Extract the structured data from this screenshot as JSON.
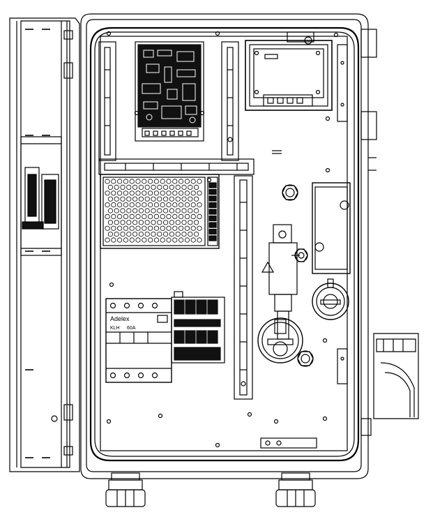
{
  "breaker": {
    "brand": "Adelex",
    "model": "KLH",
    "rating": "60A"
  },
  "colors": {
    "line": "#000000",
    "background": "#ffffff",
    "fill_dark": "#111111"
  }
}
